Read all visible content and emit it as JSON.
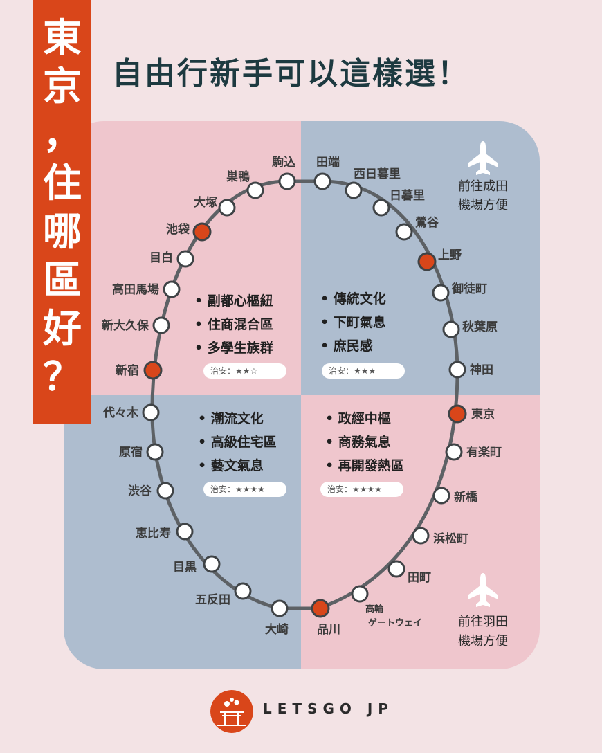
{
  "header": {
    "side_title_chars": [
      "東",
      "京",
      "，",
      "住",
      "哪",
      "區",
      "好",
      "？"
    ],
    "headline": "自由行新手可以這樣選！"
  },
  "colors": {
    "pink_zone": "#efc6cd",
    "blue_zone": "#aebdcf",
    "banner": "#d9461a",
    "loop_line": "#5d6165",
    "major_station": "#d9461a",
    "station": "#ffffff"
  },
  "quadrants": {
    "top_left": {
      "features": [
        "副都心樞紐",
        "住商混合區",
        "多學生族群"
      ],
      "safety": "治安：★★☆"
    },
    "top_right": {
      "features": [
        "傳統文化",
        "下町氣息",
        "庶民感"
      ],
      "safety": "治安：★★★"
    },
    "bottom_left": {
      "features": [
        "潮流文化",
        "高級住宅區",
        "藝文氣息"
      ],
      "safety": "治安：★★★★"
    },
    "bottom_right": {
      "features": [
        "政經中樞",
        "商務氣息",
        "再開發熱區"
      ],
      "safety": "治安：★★★★"
    }
  },
  "airports": {
    "narita": {
      "icon": "airplane-icon",
      "line1": "前往成田",
      "line2": "機場方便"
    },
    "haneda": {
      "icon": "airplane-icon",
      "line1": "前往羽田",
      "line2": "機場方便"
    }
  },
  "stations": [
    {
      "name": "駒込",
      "major": false
    },
    {
      "name": "田端",
      "major": false
    },
    {
      "name": "西日暮里",
      "major": false
    },
    {
      "name": "日暮里",
      "major": false
    },
    {
      "name": "鶯谷",
      "major": false
    },
    {
      "name": "上野",
      "major": true
    },
    {
      "name": "御徒町",
      "major": false
    },
    {
      "name": "秋葉原",
      "major": false
    },
    {
      "name": "神田",
      "major": false
    },
    {
      "name": "東京",
      "major": true
    },
    {
      "name": "有楽町",
      "major": false
    },
    {
      "name": "新橋",
      "major": false
    },
    {
      "name": "浜松町",
      "major": false
    },
    {
      "name": "田町",
      "major": false
    },
    {
      "name": "高輪\nゲートウェイ",
      "major": false
    },
    {
      "name": "品川",
      "major": true
    },
    {
      "name": "大崎",
      "major": false
    },
    {
      "name": "五反田",
      "major": false
    },
    {
      "name": "目黒",
      "major": false
    },
    {
      "name": "恵比寿",
      "major": false
    },
    {
      "name": "渋谷",
      "major": false
    },
    {
      "name": "原宿",
      "major": false
    },
    {
      "name": "代々木",
      "major": false
    },
    {
      "name": "新宿",
      "major": true
    },
    {
      "name": "新大久保",
      "major": false
    },
    {
      "name": "高田馬場",
      "major": false
    },
    {
      "name": "目白",
      "major": false
    },
    {
      "name": "池袋",
      "major": true
    },
    {
      "name": "大塚",
      "major": false
    },
    {
      "name": "巣鴨",
      "major": false
    }
  ],
  "footer": {
    "brand": "LETSGO JP",
    "logo_icon": "sakura-torii-logo-icon"
  }
}
